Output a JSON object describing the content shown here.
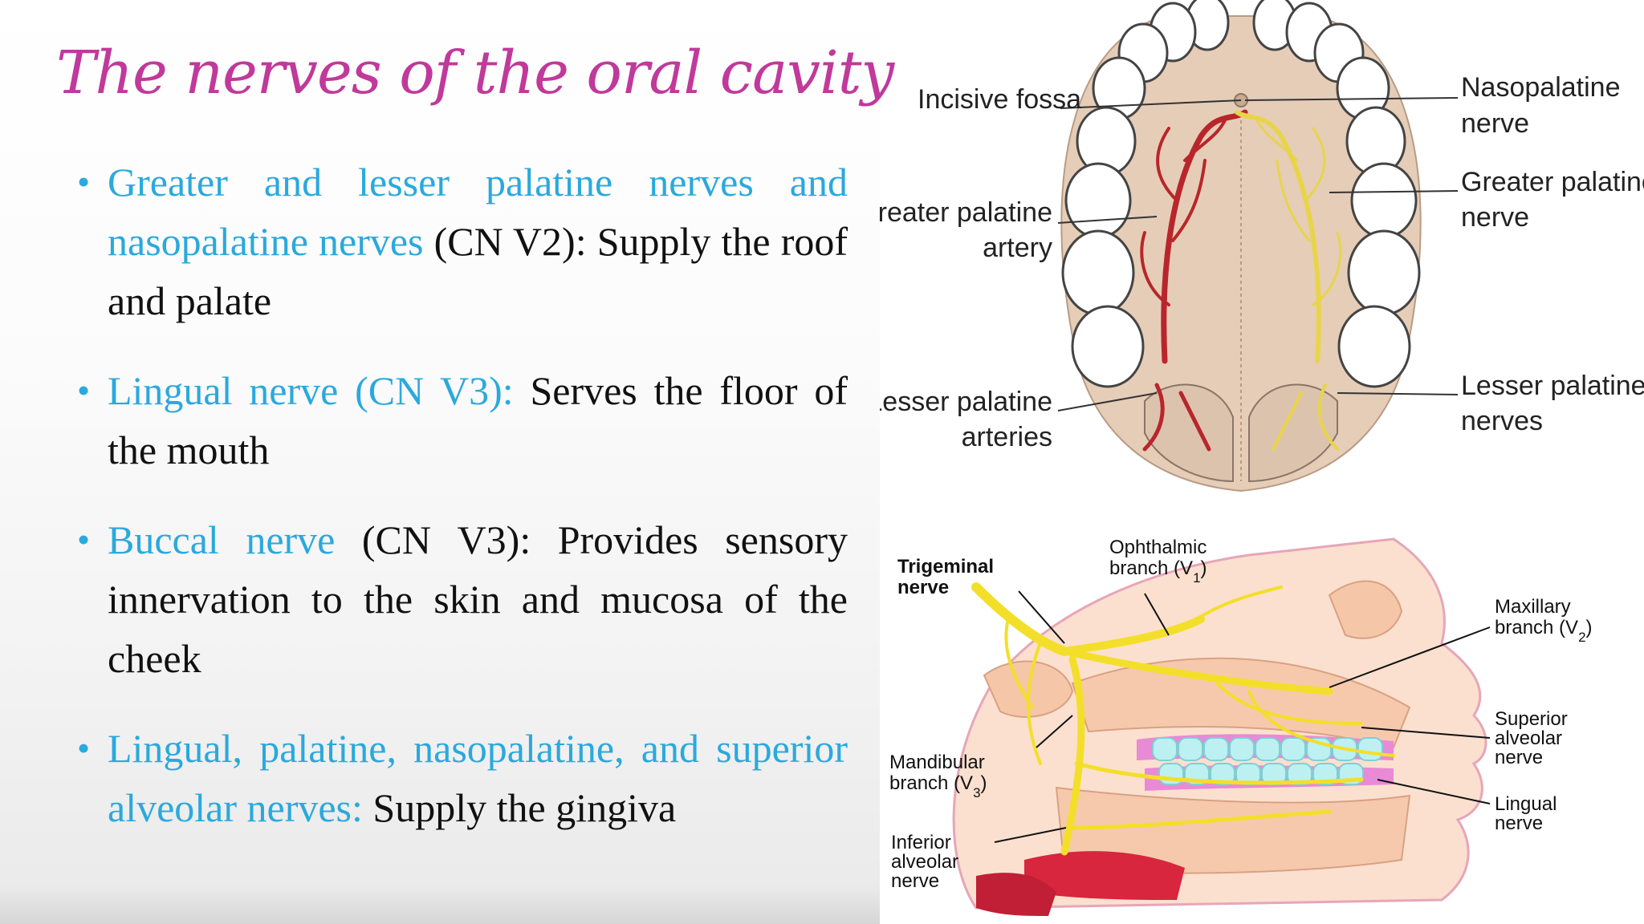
{
  "slide": {
    "title": "The nerves of the oral cavity",
    "bullets": [
      {
        "highlight": "Greater and lesser palatine nerves and nasopalatine nerves",
        "text": " (CN V2): Supply the roof and palate"
      },
      {
        "highlight": "Lingual nerve (CN V3):",
        "text": " Serves the floor of the mouth"
      },
      {
        "highlight": "Buccal nerve",
        "text": " (CN V3): Provides sensory innervation to the skin and mucosa of the cheek"
      },
      {
        "highlight": "Lingual, palatine, nasopalatine, and superior alveolar nerves:",
        "text": " Supply the gingiva"
      }
    ]
  },
  "palate_figure": {
    "labels": {
      "incisive_fossa": "Incisive fossa",
      "greater_palatine_artery_1": "Greater palatine",
      "greater_palatine_artery_2": "artery",
      "lesser_palatine_arteries_1": "Lesser palatine",
      "lesser_palatine_arteries_2": "arteries",
      "nasopalatine_nerve_1": "Nasopalatine",
      "nasopalatine_nerve_2": "nerve",
      "greater_palatine_nerve_1": "Greater palatine",
      "greater_palatine_nerve_2": "nerve",
      "lesser_palatine_nerves_1": "Lesser palatine",
      "lesser_palatine_nerves_2": "nerves"
    }
  },
  "trigeminal_figure": {
    "labels": {
      "trigeminal_1": "Trigeminal",
      "trigeminal_2": "nerve",
      "ophthalmic_1": "Ophthalmic",
      "ophthalmic_2": "branch (V",
      "ophthalmic_sub": "1",
      "maxillary_1": "Maxillary",
      "maxillary_2": "branch (V",
      "maxillary_sub": "2",
      "mandibular_1": "Mandibular",
      "mandibular_2": "branch (V",
      "mandibular_sub": "3",
      "superior_alveolar_1": "Superior",
      "superior_alveolar_2": "alveolar",
      "superior_alveolar_3": "nerve",
      "lingual_1": "Lingual",
      "lingual_2": "nerve",
      "inferior_alveolar_1": "Inferior",
      "inferior_alveolar_2": "alveolar",
      "inferior_alveolar_3": "nerve"
    }
  },
  "colors": {
    "title": "#c0399b",
    "highlight": "#2aa9dd",
    "nerve_yellow": "#f3df2a",
    "artery_red": "#b8262b",
    "palate_tan": "#e6cdb7"
  }
}
